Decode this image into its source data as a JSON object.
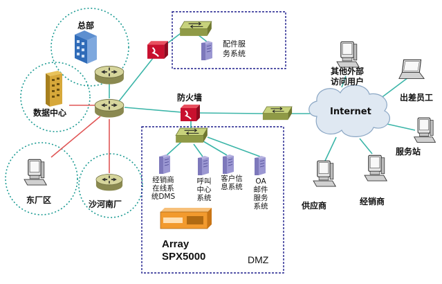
{
  "labels": {
    "headquarters": "总部",
    "data_center": "数据中心",
    "east_plant": "东厂区",
    "shahe_south_plant": "沙河南厂",
    "firewall": "防火墙",
    "parts_service_system": [
      "配件服",
      "务系统"
    ],
    "other_external_users": [
      "其他外部",
      "访问用户"
    ],
    "internet": "Internet",
    "traveling_staff": "出差员工",
    "service_station": "服务站",
    "supplier": "供应商",
    "dealer": "经销商",
    "dms": [
      "经销商",
      "在线系",
      "统DMS"
    ],
    "call_center": [
      "呼叫",
      "中心",
      "系统"
    ],
    "customer_info": [
      "客户信",
      "息系统"
    ],
    "oa_mail": [
      "OA",
      "邮件",
      "服务",
      "系统"
    ],
    "array_model": [
      "Array",
      "SPX5000"
    ],
    "dmz": "DMZ"
  },
  "colors": {
    "link": "#3bb5a8",
    "site_link": "#e05555",
    "site_border": "#1a9a92",
    "zone_border": "#1c1c8c",
    "router_fill": "#c9c88a",
    "switch_fill": "#b9c66a",
    "firewall_fill": "#c8102e",
    "server_fill": "#8d88c8",
    "array_fill": "#f29a2e",
    "cloud_fill": "#dfe8f2"
  },
  "icons": {
    "router": "router-icon",
    "switch": "switch-icon",
    "firewall": "firewall-icon",
    "server": "server-icon",
    "building": "building-icon",
    "pc": "pc-icon",
    "laptop": "laptop-icon",
    "cloud": "cloud-icon",
    "appliance": "load-balancer-icon"
  }
}
